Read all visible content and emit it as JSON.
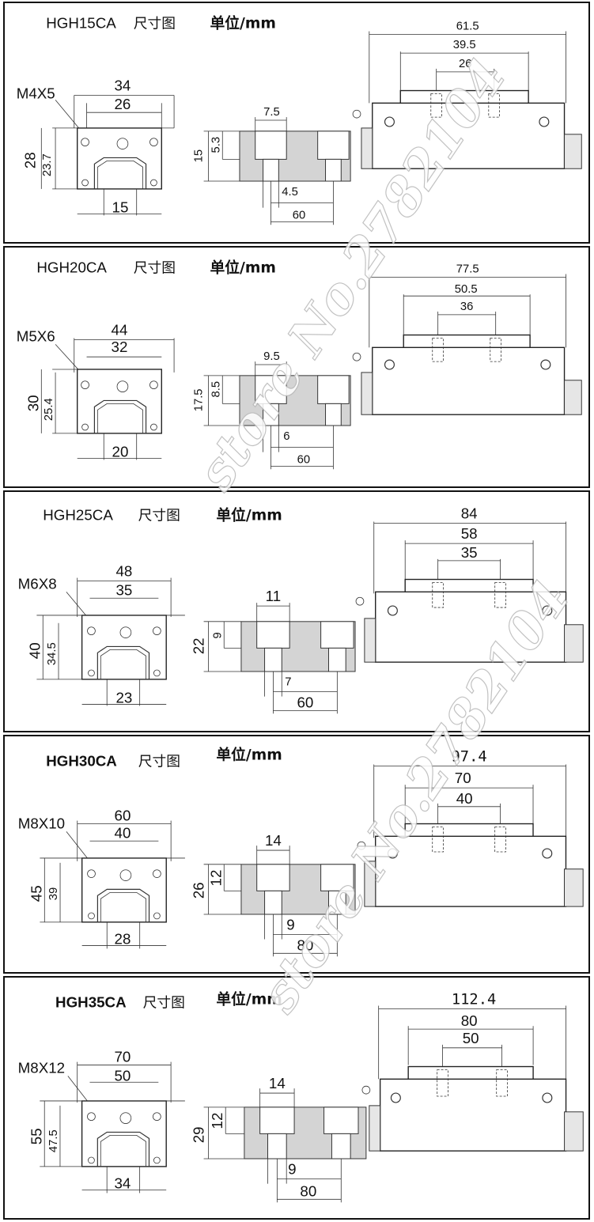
{
  "unit_label": "单位/mm",
  "drawing_label": "尺寸图",
  "watermark": "store No.2782104",
  "colors": {
    "rail_fill": "#d4d4d4",
    "line": "#222222",
    "panel_border": "#111111"
  },
  "panels": [
    {
      "model": "HGH15CA",
      "screw": "M4X5",
      "front": {
        "width_outer": "34",
        "width_mount": "26",
        "height": "28",
        "height_inner": "23.7",
        "rail_width": "15"
      },
      "rail": {
        "counterbore": "7.5",
        "height": "15",
        "bore_depth": "5.3",
        "hole": "4.5",
        "pitch": "60"
      },
      "side": {
        "length_total": "61.5",
        "length_body": "39.5",
        "hole_spacing": "26"
      }
    },
    {
      "model": "HGH20CA",
      "screw": "M5X6",
      "front": {
        "width_outer": "44",
        "width_mount": "32",
        "height": "30",
        "height_inner": "25.4",
        "rail_width": "20"
      },
      "rail": {
        "counterbore": "9.5",
        "height": "17.5",
        "bore_depth": "8.5",
        "hole": "6",
        "pitch": "60"
      },
      "side": {
        "length_total": "77.5",
        "length_body": "50.5",
        "hole_spacing": "36"
      }
    },
    {
      "model": "HGH25CA",
      "screw": "M6X8",
      "front": {
        "width_outer": "48",
        "width_mount": "35",
        "height": "40",
        "height_inner": "34.5",
        "rail_width": "23"
      },
      "rail": {
        "counterbore": "11",
        "height": "22",
        "bore_depth": "9",
        "hole": "7",
        "pitch": "60"
      },
      "side": {
        "length_total": "84",
        "length_body": "58",
        "hole_spacing": "35"
      }
    },
    {
      "model": "HGH30CA",
      "screw": "M8X10",
      "front": {
        "width_outer": "60",
        "width_mount": "40",
        "height": "45",
        "height_inner": "39",
        "rail_width": "28"
      },
      "rail": {
        "counterbore": "14",
        "height": "26",
        "bore_depth": "12",
        "hole": "9",
        "pitch": "80"
      },
      "side": {
        "length_total": "97.4",
        "length_body": "70",
        "hole_spacing": "40"
      }
    },
    {
      "model": "HGH35CA",
      "screw": "M8X12",
      "front": {
        "width_outer": "70",
        "width_mount": "50",
        "height": "55",
        "height_inner": "47.5",
        "rail_width": "34"
      },
      "rail": {
        "counterbore": "14",
        "height": "29",
        "bore_depth": "12",
        "hole": "9",
        "pitch": "80"
      },
      "side": {
        "length_total": "112.4",
        "length_body": "80",
        "hole_spacing": "50"
      }
    }
  ]
}
